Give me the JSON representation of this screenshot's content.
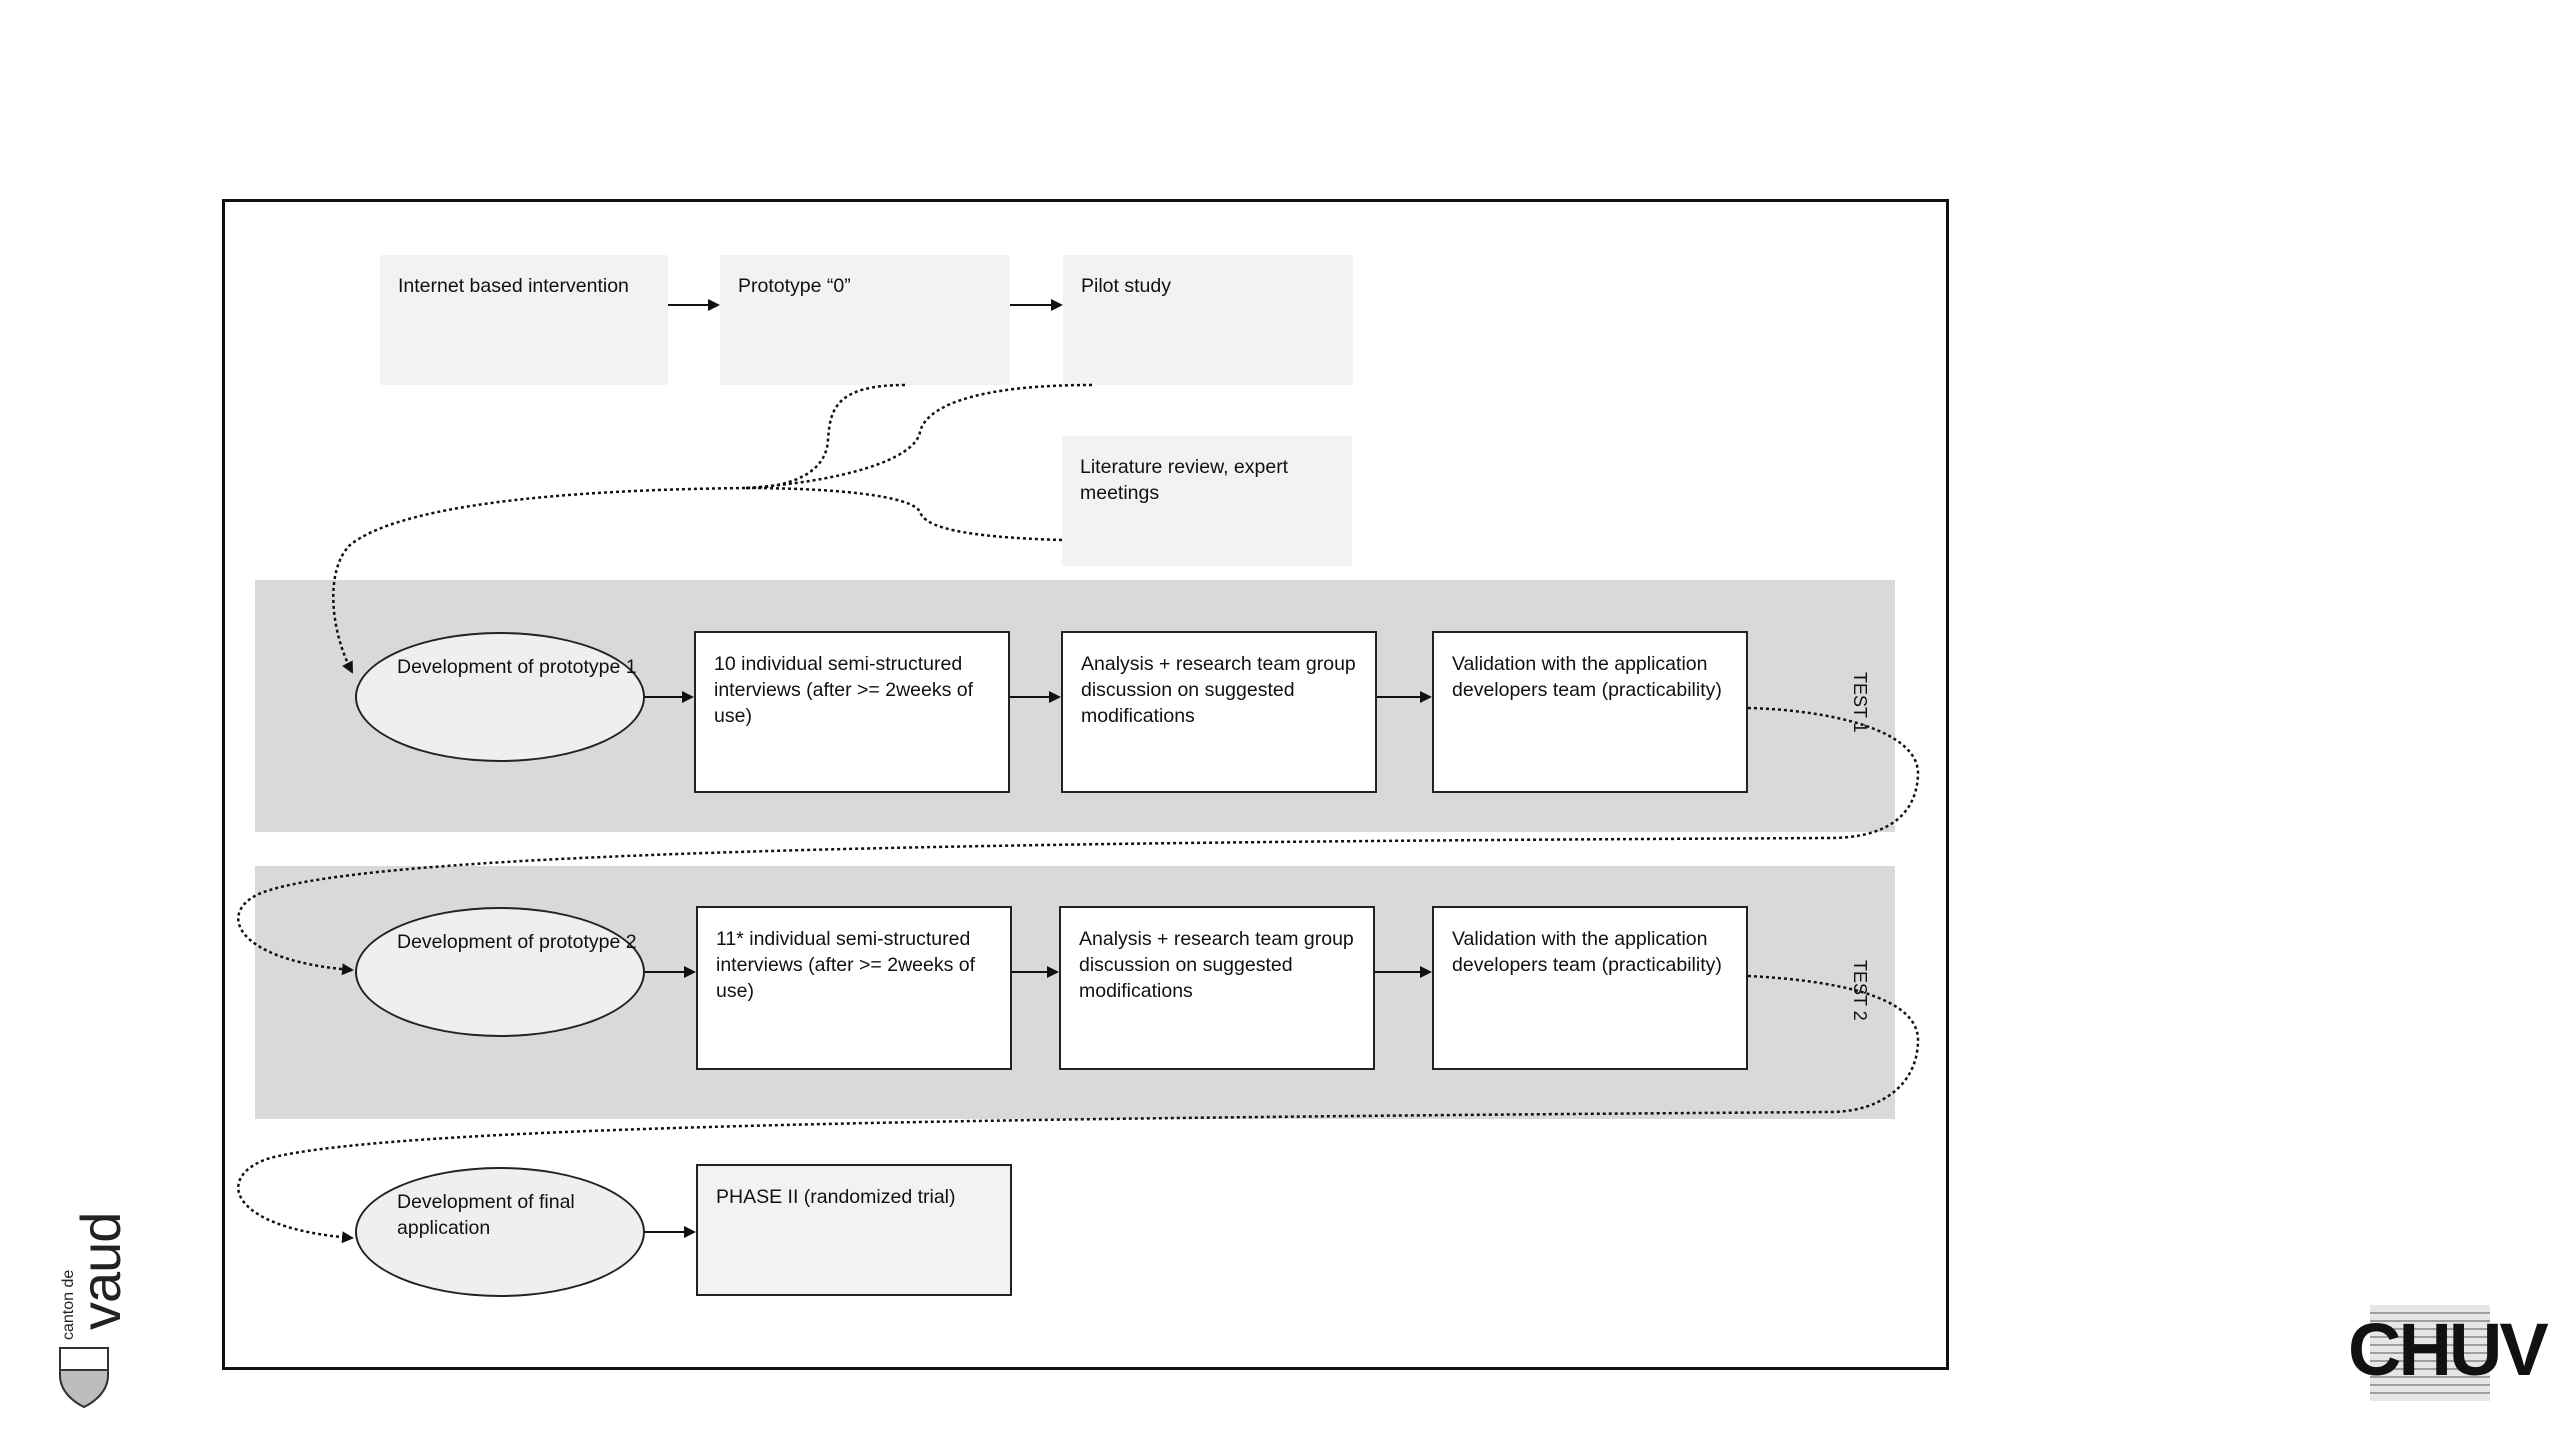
{
  "top_row": {
    "internet": "Internet based intervention",
    "prototype0": "Prototype “0”",
    "pilot": "Pilot study"
  },
  "literature": "Literature review, expert meetings",
  "test1": {
    "label": "TEST 1",
    "dev": "Development of prototype 1",
    "interviews": "10 individual semi-structured interviews (after >= 2weeks of use)",
    "analysis": "Analysis + research team group discussion on suggested modifications",
    "validation": "Validation with the  application developers team (practicability)"
  },
  "test2": {
    "label": "TEST 2",
    "dev": "Development of prototype 2",
    "interviews": "11* individual semi-structured interviews (after >= 2weeks of use)",
    "analysis": "Analysis + research team group discussion on suggested modifications",
    "validation": "Validation with the  application developers team (practicability)"
  },
  "final": {
    "dev": "Development of final application",
    "phase2": "PHASE II (randomized trial)"
  },
  "logos": {
    "vaud_small": "canton de",
    "vaud_big": "vaud",
    "chuv": "CHUV"
  }
}
